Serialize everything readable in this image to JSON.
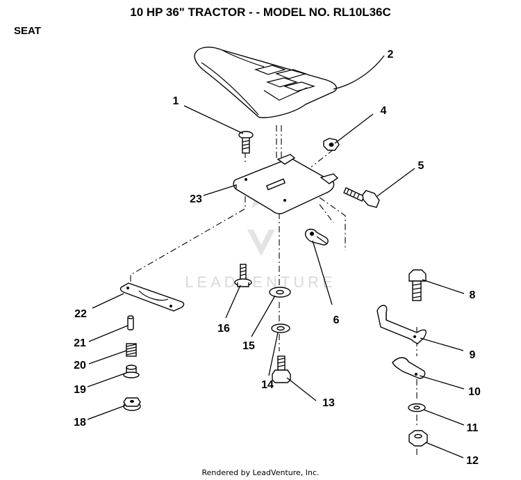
{
  "header": {
    "title": "10 HP 36\" TRACTOR - - MODEL NO. RL10L36C",
    "section": "SEAT"
  },
  "watermark": {
    "text": "LEADVENTURE"
  },
  "footer": {
    "text": "Rendered by LeadVenture, Inc."
  },
  "callouts": {
    "c1": "1",
    "c2": "2",
    "c3": "23",
    "c4": "4",
    "c5": "5",
    "c6": "6",
    "c8": "8",
    "c9": "9",
    "c10": "10",
    "c11": "11",
    "c12": "12",
    "c13": "13",
    "c14": "14",
    "c15": "15",
    "c16": "16",
    "c18": "18",
    "c19": "19",
    "c20": "20",
    "c21": "21",
    "c22": "22"
  }
}
